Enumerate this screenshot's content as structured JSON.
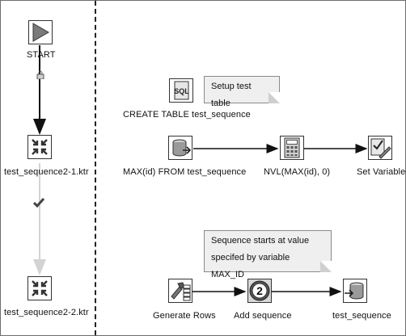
{
  "colors": {
    "hop_dark": "#111111",
    "hop_disabled": "#d3d3d3",
    "icon_gray": "#6a6a6a"
  },
  "left_job": {
    "start": {
      "label": "START",
      "icon": "play-icon"
    },
    "trans1": {
      "label": "test_sequence2-1.ktr",
      "icon": "transformation-icon"
    },
    "trans2": {
      "label": "test_sequence2-2.ktr",
      "icon": "transformation-icon"
    },
    "hop1_icon": "lock-icon",
    "hop2_icon": "checkmark-icon"
  },
  "right_trans": {
    "note_setup": "Setup test table",
    "create_table": {
      "label": "CREATE TABLE test_sequence",
      "icon": "sql-script-icon"
    },
    "table_input": {
      "label": "MAX(id) FROM test_sequence",
      "icon": "table-input-icon"
    },
    "nvl": {
      "label": "NVL(MAX(id), 0)",
      "icon": "calculator-icon"
    },
    "set_vars": {
      "label": "Set Variables",
      "icon": "set-variables-icon"
    },
    "note_sequence": {
      "line1": "Sequence starts at value",
      "line2": "specifed by variable MAX_ID"
    },
    "generate_rows": {
      "label": "Generate Rows",
      "icon": "generate-rows-icon"
    },
    "add_sequence": {
      "label": "Add sequence",
      "icon": "add-sequence-icon"
    },
    "table_output": {
      "label": "test_sequence",
      "icon": "table-output-icon"
    }
  }
}
